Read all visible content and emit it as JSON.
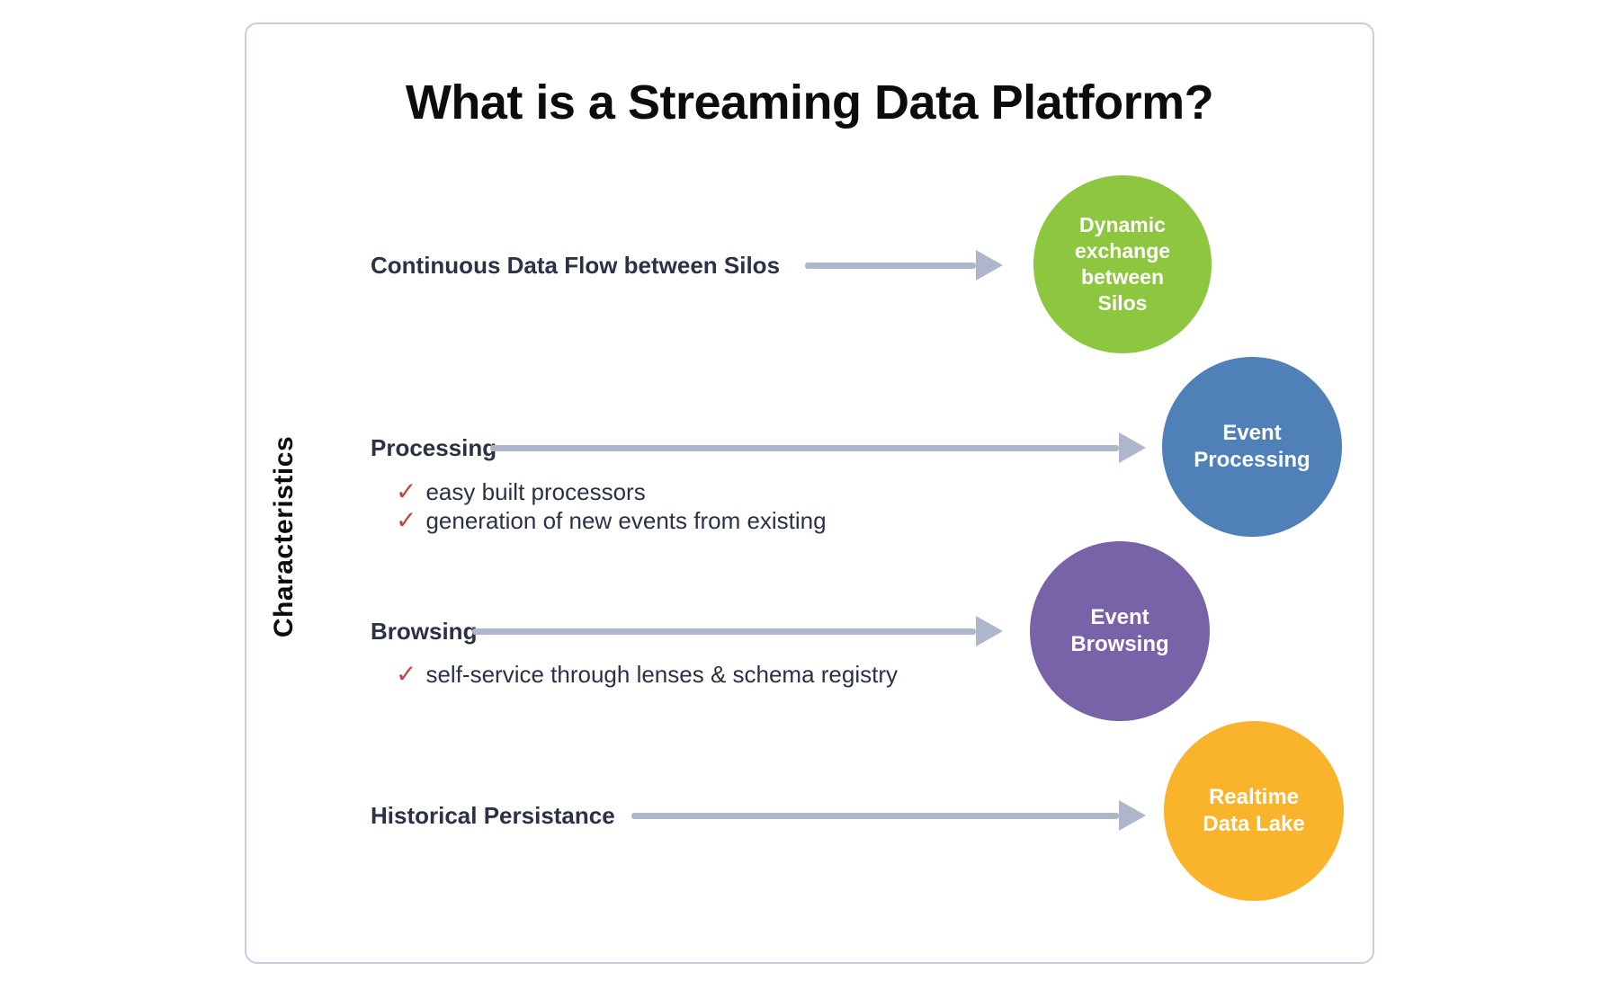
{
  "title": "What is a Streaming Data Platform?",
  "axis_label": "Characteristics",
  "icons": {
    "check": "✓"
  },
  "colors": {
    "card_border": "#c7cdde",
    "arrow": "#aeb6cb",
    "label_text": "#2b3245",
    "check_red": "#c5463e",
    "circle_green": "#8dc63f",
    "circle_blue": "#4f80b8",
    "circle_purple": "#7862a8",
    "circle_yellow": "#f9b42b",
    "circle_text": "#ffffff"
  },
  "rows": [
    {
      "label": "Continuous Data Flow between Silos",
      "checks": []
    },
    {
      "label": "Processing",
      "checks": [
        "easy built processors",
        "generation of new events from existing"
      ]
    },
    {
      "label": "Browsing",
      "checks": [
        "self-service through lenses & schema registry"
      ]
    },
    {
      "label": "Historical Persistance",
      "checks": []
    }
  ],
  "circles": [
    {
      "name": "dynamic-exchange-between-silos",
      "color": "#8dc63f",
      "lines": {
        "0": "Dynamic",
        "1": "exchange",
        "2": "between",
        "3": "Silos"
      }
    },
    {
      "name": "event-processing",
      "color": "#4f80b8",
      "lines": {
        "0": "Event",
        "1": "Processing"
      }
    },
    {
      "name": "event-browsing",
      "color": "#7862a8",
      "lines": {
        "0": "Event",
        "1": "Browsing"
      }
    },
    {
      "name": "realtime-data-lake",
      "color": "#f9b42b",
      "lines": {
        "0": "Realtime",
        "1": "Data Lake"
      }
    }
  ]
}
